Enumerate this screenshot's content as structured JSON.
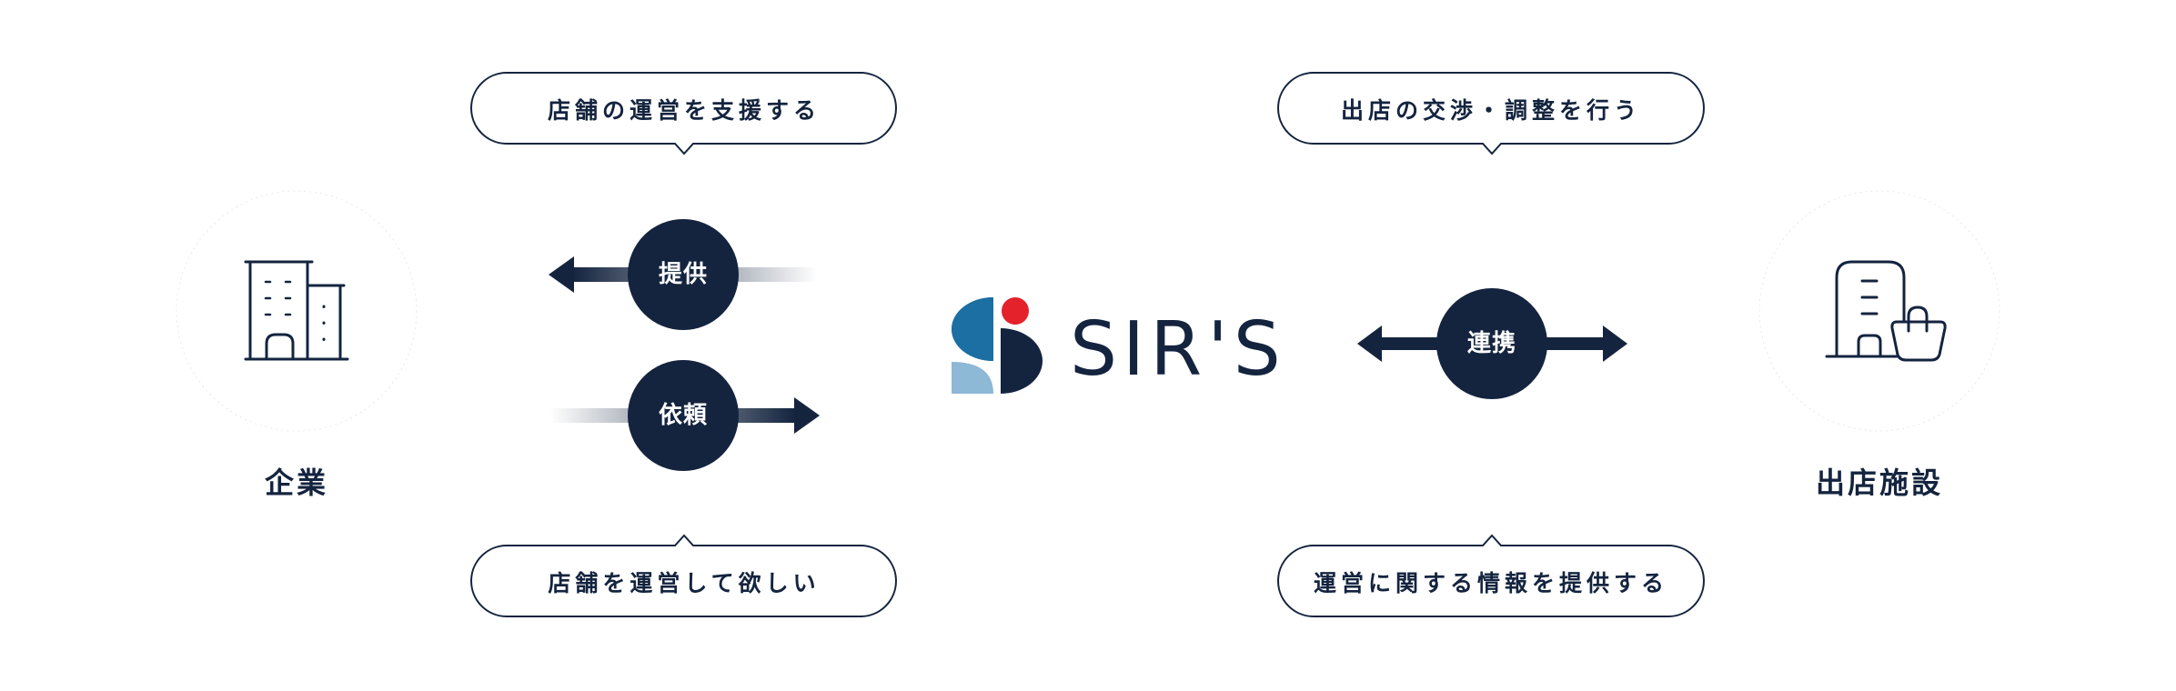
{
  "colors": {
    "navy": "#14243f",
    "logo_blue": "#1b6fa3",
    "logo_light_blue": "#8db8d6",
    "logo_red": "#e3222b"
  },
  "logo": {
    "text": "SIR'S"
  },
  "entities": {
    "left": {
      "label": "企業",
      "icon": "office-building-icon"
    },
    "right": {
      "label": "出店施設",
      "icon": "facility-with-shopping-bag-icon"
    }
  },
  "bubbles": {
    "top_left": "店舗の運営を支援する",
    "bottom_left": "店舗を運営して欲しい",
    "top_right": "出店の交渉・調整を行う",
    "bottom_right": "運営に関する情報を提供する"
  },
  "flows": {
    "provide": {
      "label": "提供",
      "direction": "left"
    },
    "request": {
      "label": "依頼",
      "direction": "right"
    },
    "cooperate": {
      "label": "連携",
      "direction": "both"
    }
  }
}
